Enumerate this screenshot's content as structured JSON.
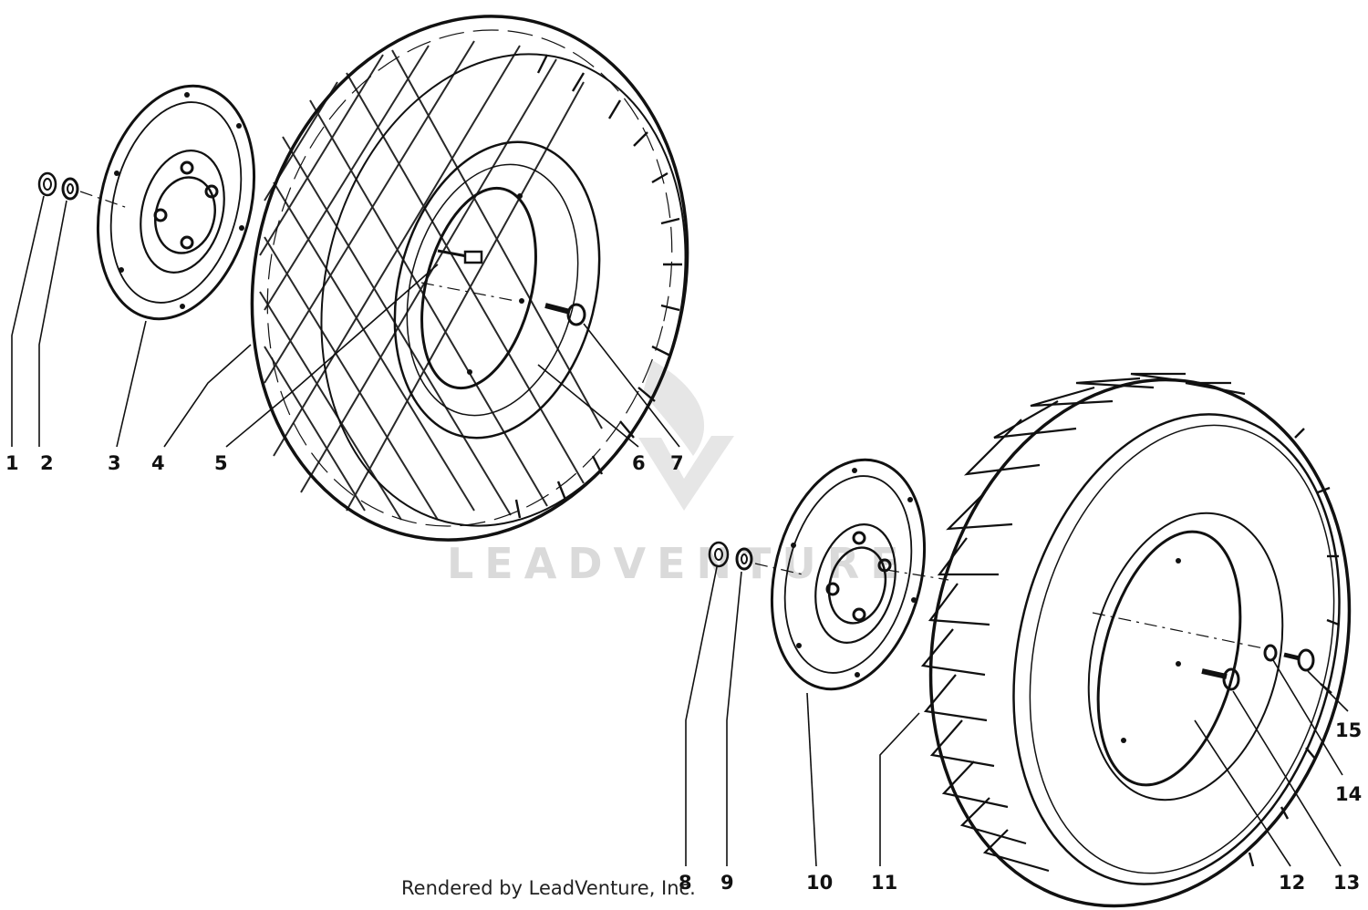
{
  "footer": "Rendered by LeadVenture, Inc.",
  "watermark": "LEADVENTURE",
  "callouts": [
    "1",
    "2",
    "3",
    "4",
    "5",
    "6",
    "7",
    "8",
    "9",
    "10",
    "11",
    "12",
    "13",
    "14",
    "15"
  ]
}
